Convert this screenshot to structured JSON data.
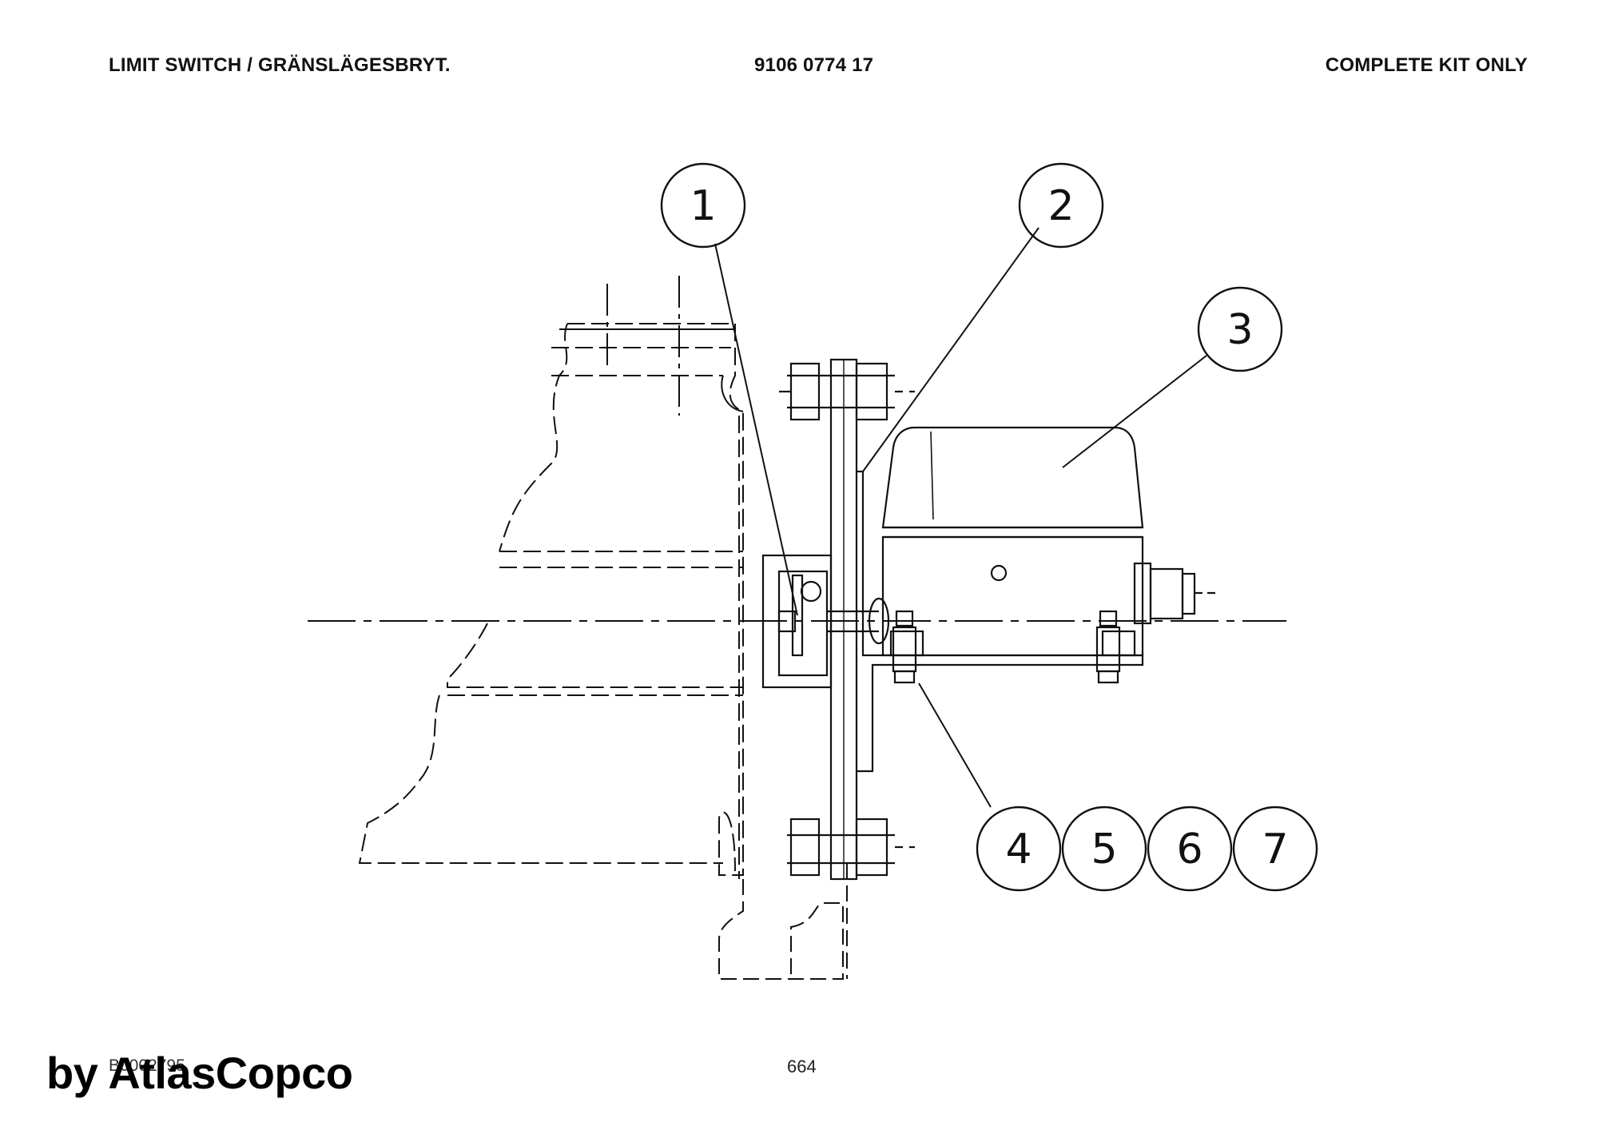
{
  "header": {
    "title": "LIMIT SWITCH / GRÄNSLÄGESBRYT.",
    "part_number": "9106 0774 17",
    "note": "COMPLETE KIT ONLY"
  },
  "callouts": [
    "1",
    "2",
    "3",
    "4",
    "5",
    "6",
    "7"
  ],
  "footer": {
    "drawing_code": "B0002795",
    "page_number": "664",
    "watermark": "by AtlasCopco"
  }
}
